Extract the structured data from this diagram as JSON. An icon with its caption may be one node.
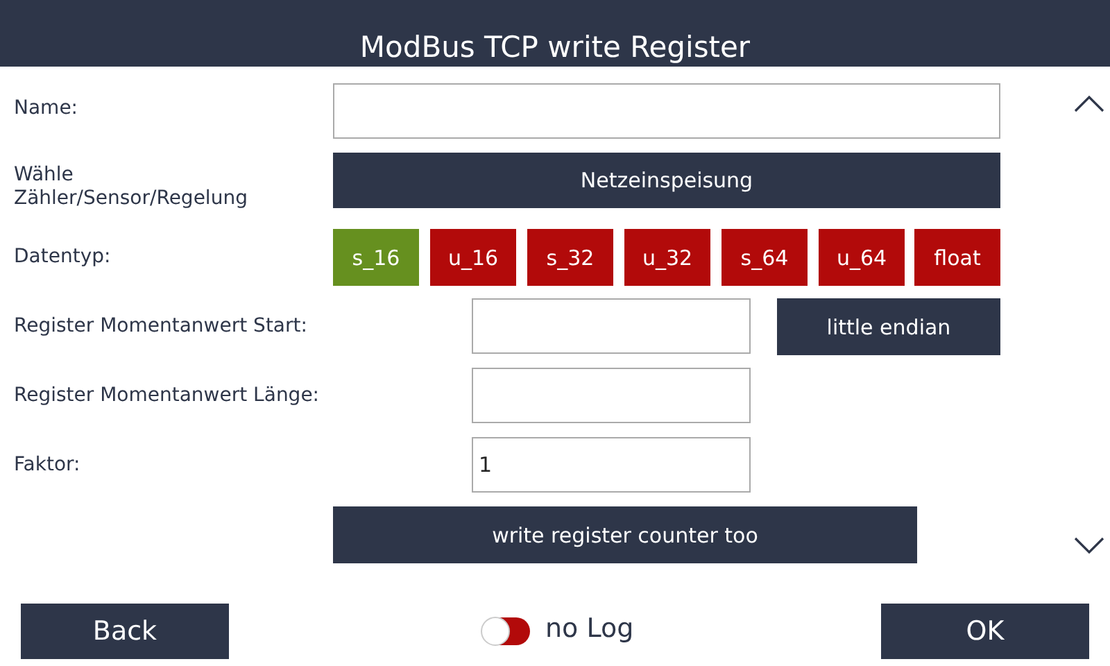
{
  "diagram": {
    "title": "ModBus TCP write Register",
    "nodes": [
      {
        "text": [],
        "shape": "box"
      },
      {
        "text": [
          "Netzeinspeisung"
        ]
      },
      {
        "text": [
          "s_16"
        ]
      },
      {
        "text": [
          "u_16"
        ]
      },
      {
        "text": [
          "s_32"
        ]
      },
      {
        "text": [
          "u_32"
        ]
      },
      {
        "text": [
          "s_64"
        ]
      },
      {
        "text": [
          "u_64"
        ]
      },
      {
        "text": [
          "float"
        ]
      },
      {
        "text": [],
        "shape": "box"
      },
      {
        "text": [
          "little endian"
        ]
      },
      {
        "text": [],
        "shape": "box"
      },
      {
        "text": [
          "1"
        ]
      },
      {
        "text": [
          "write register counter too"
        ]
      },
      {
        "text": [
          "Back"
        ]
      },
      {
        "text": [],
        "shape": "switch",
        "beside": [
          "no Log"
        ]
      },
      {
        "text": [
          "OK"
        ]
      }
    ],
    "edges": [],
    "labels": [
      "Name:",
      "Wähle Zähler/Sensor/Regelung",
      "Datentyp:",
      "Register Momentanwert Start:",
      "Register Momentanwert Länge:",
      "Faktor:"
    ]
  }
}
